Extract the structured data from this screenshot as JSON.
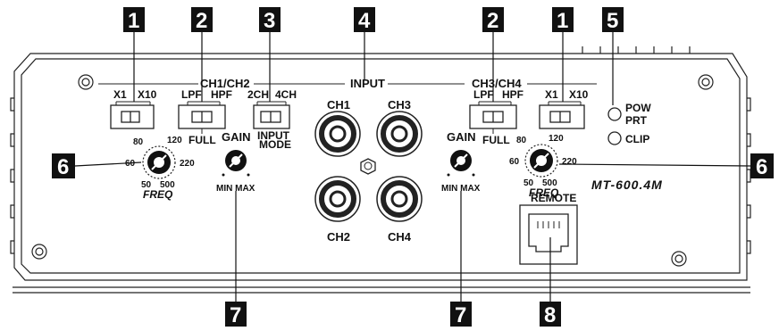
{
  "callouts": {
    "c1": "1",
    "c2": "2",
    "c3": "3",
    "c4": "4",
    "c5": "5",
    "c6": "6",
    "c7": "7",
    "c8": "8"
  },
  "labels": {
    "ch12": "CH1/CH2",
    "input": "INPUT",
    "ch34": "CH3/CH4",
    "x1": "X1",
    "x10": "X10",
    "lpf": "LPF",
    "hpf": "HPF",
    "full": "FULL",
    "ch2mode": "2CH",
    "ch4mode": "4CH",
    "input_mode_1": "INPUT",
    "input_mode_2": "MODE",
    "gain": "GAIN",
    "min_max": "MIN MAX",
    "freq": "FREQ",
    "f80": "80",
    "f120": "120",
    "f60": "60",
    "f220": "220",
    "f50": "50",
    "f500": "500",
    "rca_ch1": "CH1",
    "rca_ch2": "CH2",
    "rca_ch3": "CH3",
    "rca_ch4": "CH4",
    "pow": "POW",
    "prt": "PRT",
    "clip": "CLIP",
    "model": "MT-600.4M",
    "remote": "REMOTE"
  }
}
